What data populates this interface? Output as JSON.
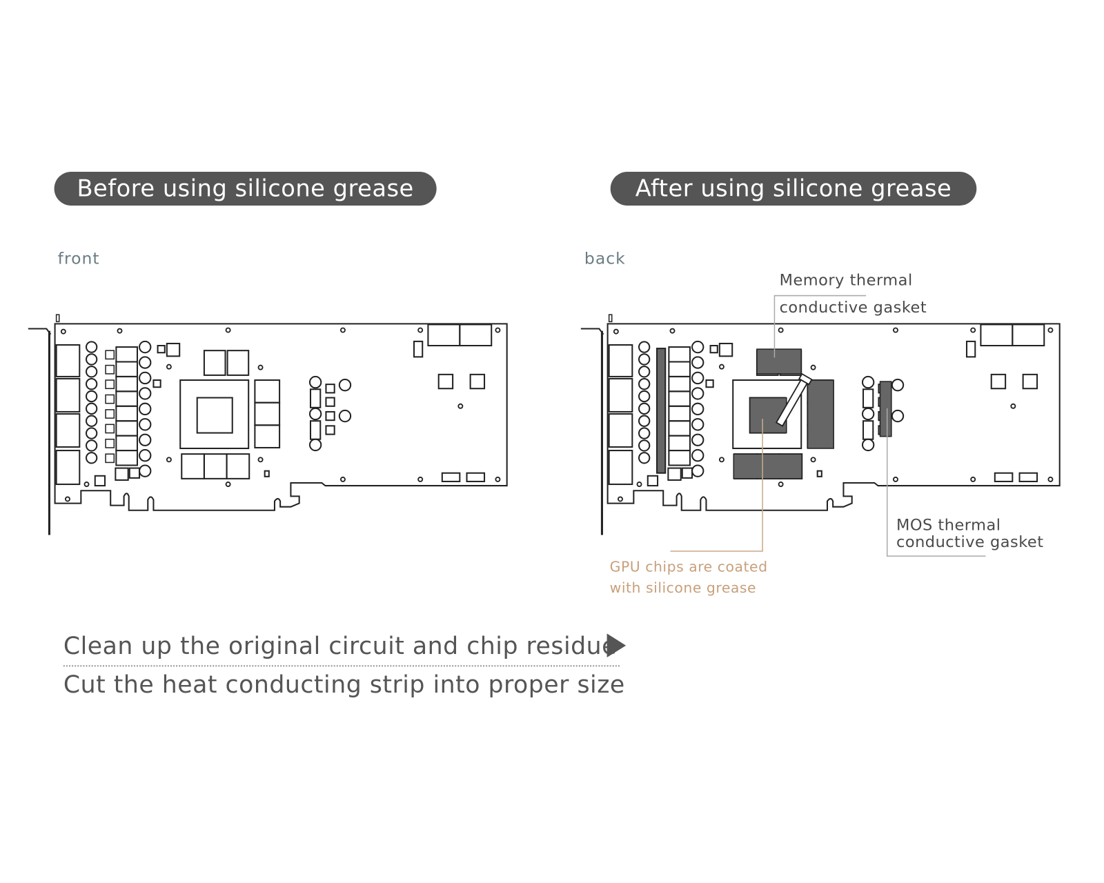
{
  "before_title": "Before using silicone grease",
  "after_title": "After using silicone grease",
  "front_label": "front",
  "back_label": "back",
  "annotations": {
    "memory": [
      "Memory thermal",
      "conductive gasket"
    ],
    "mos": [
      "MOS thermal",
      "conductive gasket"
    ],
    "gpu": [
      "GPU chips are coated",
      "with silicone grease"
    ]
  },
  "steps": [
    "Clean up the original circuit and chip residue",
    "Cut the heat conducting strip into proper size"
  ],
  "colors": {
    "pill": "#555555",
    "gasket": "#666666",
    "gpu_note": "#c7a07c",
    "line": "#222222"
  }
}
